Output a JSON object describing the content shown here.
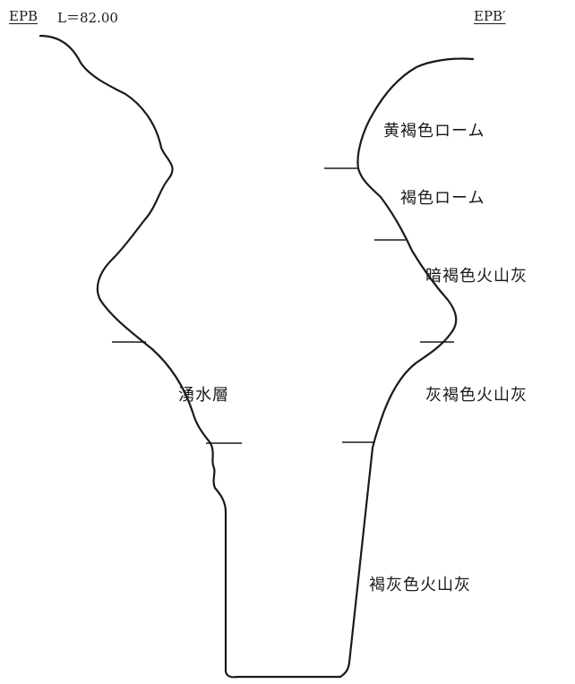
{
  "header": {
    "left_code": "EPB",
    "level": "L＝82.00",
    "right_code": "EPB′"
  },
  "layers": {
    "yellow_brown_loam": "黄褐色ローム",
    "brown_loam": "褐色ローム",
    "dark_brown_ash": "暗褐色火山灰",
    "ash_brown_ash": "灰褐色火山灰",
    "brown_gray_ash": "褐灰色火山灰",
    "spring_layer": "湧水層"
  },
  "colors": {
    "line": "#1a1a1a",
    "background": "#ffffff"
  }
}
